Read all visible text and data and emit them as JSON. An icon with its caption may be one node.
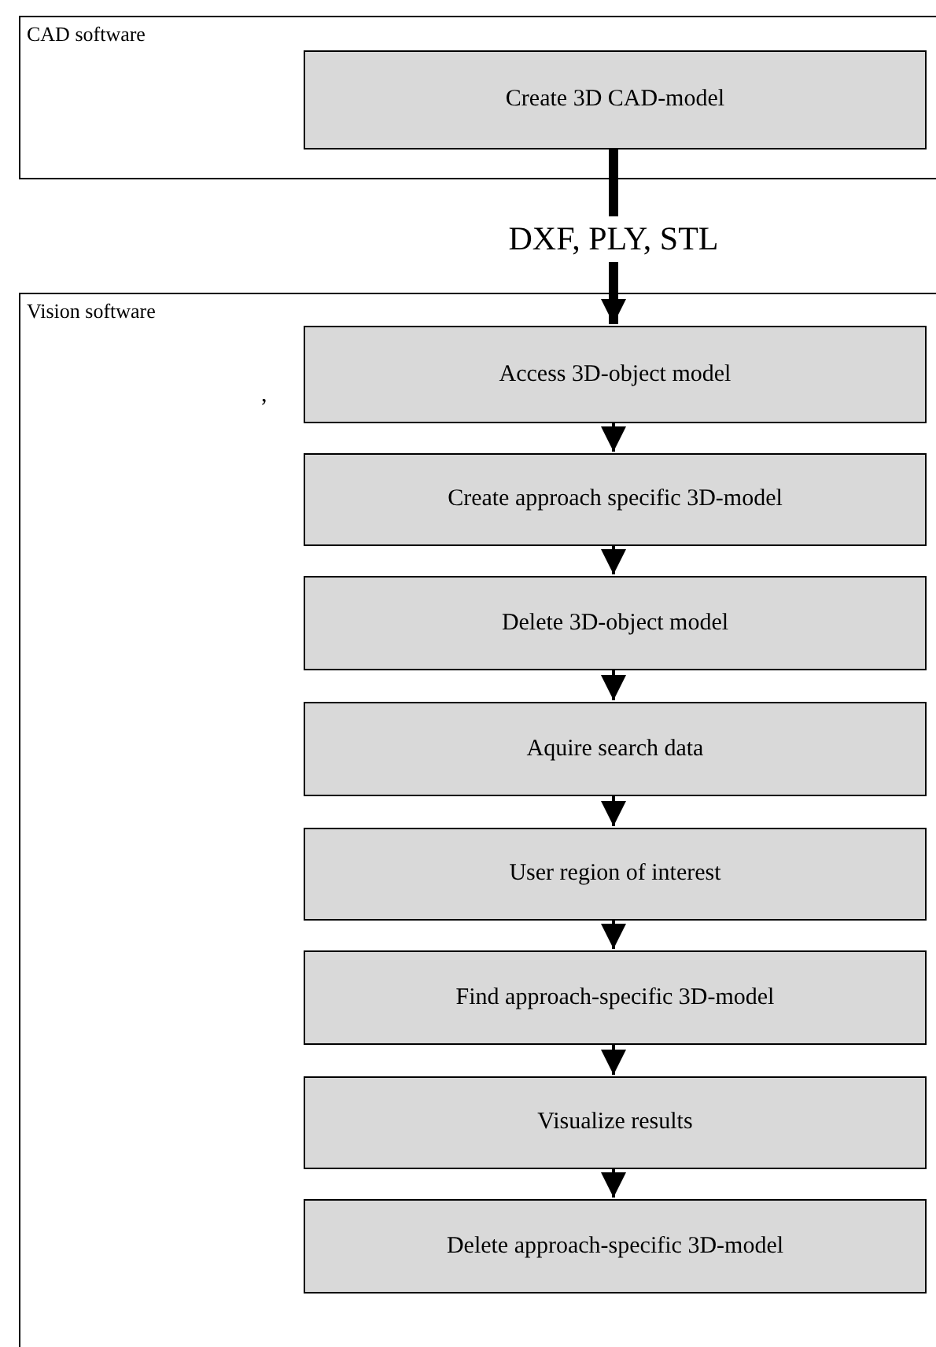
{
  "diagram": {
    "nodes": [
      {
        "text": [
          "CAD software"
        ]
      },
      {
        "text": [
          "Create 3D CAD-model"
        ],
        "in": 0
      },
      {
        "text": [
          "Vision software"
        ]
      },
      {
        "text": [
          "Access 3D-object model"
        ],
        "in": 2
      },
      {
        "text": [
          "Create approach specific 3D-model"
        ],
        "in": 2
      },
      {
        "text": [
          "Delete 3D-object model"
        ],
        "in": 2
      },
      {
        "text": [
          "Aquire search data"
        ],
        "in": 2
      },
      {
        "text": [
          "User region of interest"
        ],
        "in": 2
      },
      {
        "text": [
          "Find approach-specific 3D-model"
        ],
        "in": 2
      },
      {
        "text": [
          "Visualize results"
        ],
        "in": 2
      },
      {
        "text": [
          "Delete approach-specific 3D-model"
        ],
        "in": 2
      }
    ],
    "edges": [
      {
        "from": 1,
        "to": 3,
        "arrow": "to",
        "label": "DXF, PLY, STL",
        "style": "thick"
      },
      {
        "from": 3,
        "to": 4,
        "arrow": "to"
      },
      {
        "from": 4,
        "to": 5,
        "arrow": "to"
      },
      {
        "from": 5,
        "to": 6,
        "arrow": "to"
      },
      {
        "from": 6,
        "to": 7,
        "arrow": "to"
      },
      {
        "from": 7,
        "to": 8,
        "arrow": "to"
      },
      {
        "from": 8,
        "to": 9,
        "arrow": "to"
      },
      {
        "from": 9,
        "to": 10,
        "arrow": "to"
      }
    ],
    "labels": [
      ","
    ]
  }
}
